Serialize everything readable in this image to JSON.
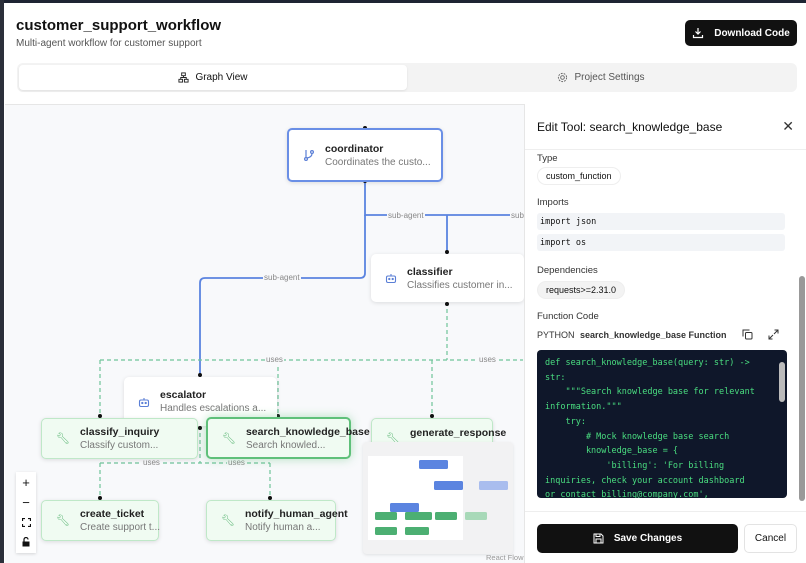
{
  "header": {
    "title": "customer_support_workflow",
    "subtitle": "Multi-agent workflow for customer support",
    "download_label": "Download Code"
  },
  "tabs": [
    {
      "label": "Graph View",
      "icon": "graph-icon",
      "active": true
    },
    {
      "label": "Project Settings",
      "icon": "gear-icon",
      "active": false
    }
  ],
  "graph": {
    "nodes": [
      {
        "name": "coordinator",
        "desc": "Coordinates the custo...",
        "kind": "agent",
        "icon": "branch-icon"
      },
      {
        "name": "classifier",
        "desc": "Classifies customer in...",
        "kind": "agent",
        "icon": "bot-icon"
      },
      {
        "name": "escalator",
        "desc": "Handles escalations a...",
        "kind": "agent",
        "icon": "bot-icon"
      },
      {
        "name": "classify_inquiry",
        "desc": "Classify custom...",
        "kind": "tool",
        "icon": "wrench-icon"
      },
      {
        "name": "search_knowledge_base",
        "desc": "Search knowled...",
        "kind": "tool",
        "icon": "wrench-icon"
      },
      {
        "name": "generate_response",
        "desc": "",
        "kind": "tool",
        "icon": "wrench-icon"
      },
      {
        "name": "create_ticket",
        "desc": "Create support t...",
        "kind": "tool",
        "icon": "wrench-icon"
      },
      {
        "name": "notify_human_agent",
        "desc": "Notify human a...",
        "kind": "tool",
        "icon": "wrench-icon"
      }
    ],
    "edge_labels": {
      "sub_agent": "sub-agent",
      "sub_agent_cut": "sub",
      "uses": "uses"
    },
    "colors": {
      "agent_edge": "#5b84e0",
      "tool_edge": "#6fc49a"
    },
    "attribution": "React Flow"
  },
  "panel": {
    "title": "Edit Tool: search_knowledge_base",
    "type_label": "Type",
    "type_value": "custom_function",
    "imports_label": "Imports",
    "imports": [
      "import json",
      "import os"
    ],
    "dependencies_label": "Dependencies",
    "dependencies": [
      "requests>=2.31.0"
    ],
    "function_code_label": "Function Code",
    "language": "PYTHON",
    "function_title": "search_knowledge_base Function",
    "code": "def search_knowledge_base(query: str) ->\nstr:\n    \"\"\"Search knowledge base for relevant\ninformation.\"\"\"\n    try:\n        # Mock knowledge base search\n        knowledge_base = {\n            'billing': 'For billing\ninquiries, check your account dashboard\nor contact billing@company.com',",
    "save_label": "Save Changes",
    "cancel_label": "Cancel"
  }
}
